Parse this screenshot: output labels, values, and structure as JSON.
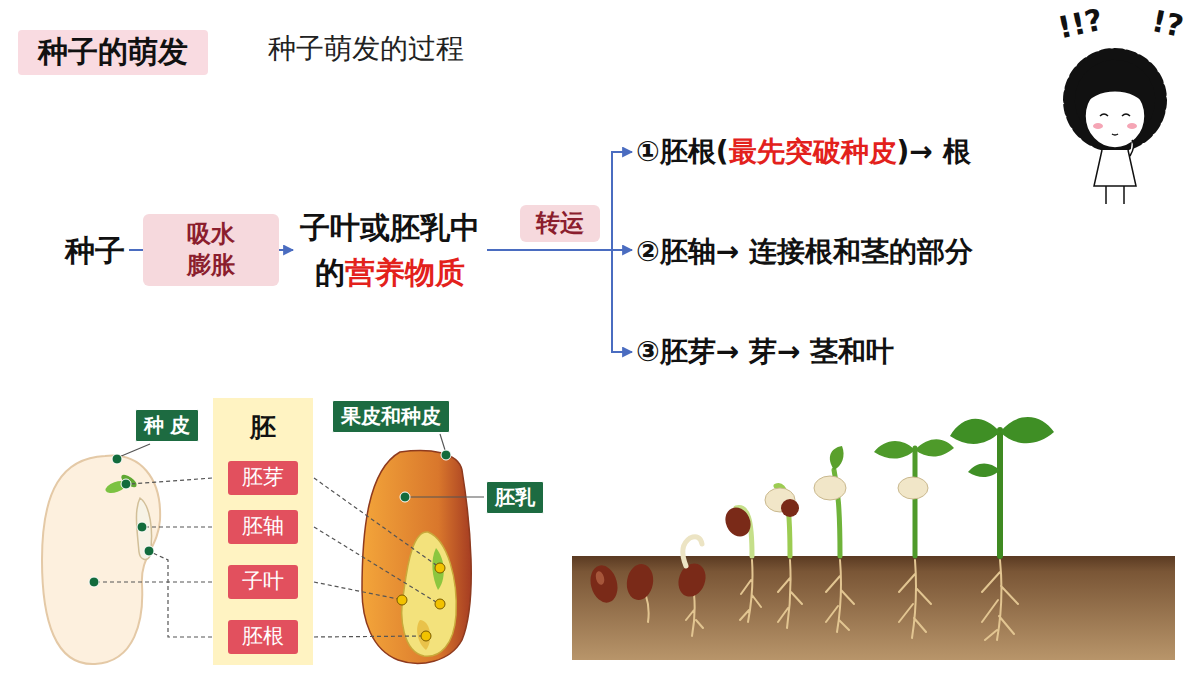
{
  "diagram": {
    "title": "种子的萌发",
    "nodes": [
      {
        "text": [
          "种子"
        ]
      },
      {
        "text": [
          "子叶或胚乳中的",
          "营养物质"
        ]
      },
      {
        "text": [
          "①胚根(",
          "最先突破种皮",
          ")→ 根"
        ]
      },
      {
        "text": [
          "②胚轴→ 连接根和茎的部分"
        ]
      },
      {
        "text": [
          "③胚芽→ 芽→ 茎和叶"
        ]
      },
      {
        "text": [
          "种 皮"
        ]
      },
      {
        "text": [
          "胚"
        ]
      },
      {
        "text": [
          "胚芽"
        ],
        "in": 6
      },
      {
        "text": [
          "胚轴"
        ],
        "in": 6
      },
      {
        "text": [
          "子叶"
        ],
        "in": 6
      },
      {
        "text": [
          "胚根"
        ],
        "in": 6
      },
      {
        "text": [
          "果皮和种皮"
        ]
      },
      {
        "text": [
          "胚乳"
        ]
      }
    ],
    "edges": [
      {
        "from": 0,
        "to": 1,
        "arrow": "to",
        "label": "吸水 膨胀"
      },
      {
        "from": 1,
        "to": 2,
        "arrow": "to"
      },
      {
        "from": 1,
        "to": 3,
        "arrow": "to",
        "label": "转运"
      },
      {
        "from": 1,
        "to": 4,
        "arrow": "to"
      }
    ],
    "labels": [
      "种子萌发的过程",
      "!!?",
      "!?"
    ]
  }
}
